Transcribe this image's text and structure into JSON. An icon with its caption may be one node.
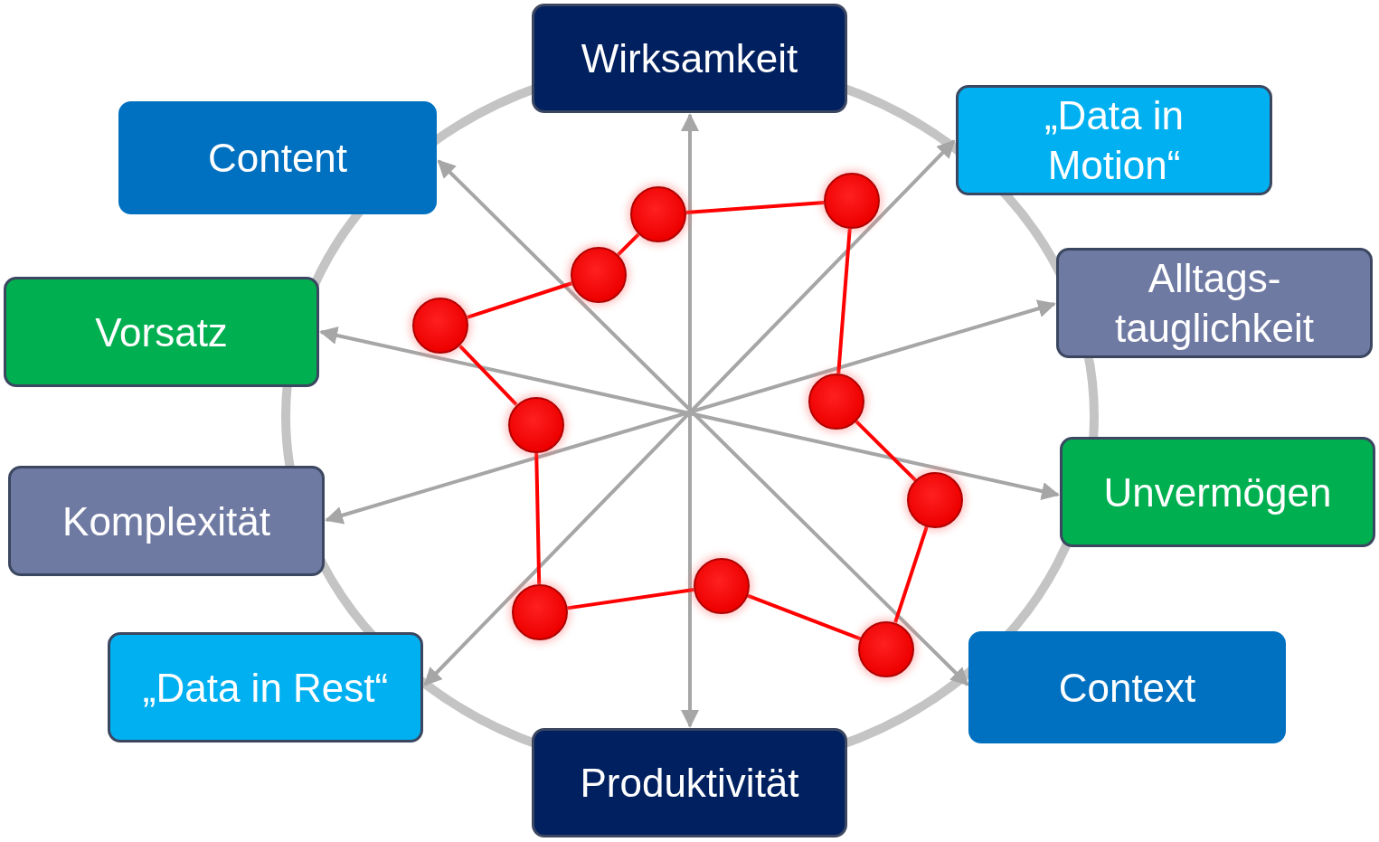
{
  "diagram": {
    "nodes": [
      {
        "text": [
          "Wirksamkeit"
        ]
      },
      {
        "text": [
          "Content"
        ]
      },
      {
        "text": [
          "„Data in Motion“"
        ]
      },
      {
        "text": [
          "Alltags- tauglichkeit"
        ]
      },
      {
        "text": [
          "Vorsatz"
        ]
      },
      {
        "text": [
          "Unvermögen"
        ]
      },
      {
        "text": [
          "Komplexität"
        ]
      },
      {
        "text": [
          "Context"
        ]
      },
      {
        "text": [
          "„Data in Rest“"
        ]
      },
      {
        "text": [
          "Produktivität"
        ]
      },
      {
        "text": [],
        "shape": "circle"
      },
      {
        "text": [],
        "shape": "circle"
      },
      {
        "text": [],
        "shape": "circle"
      },
      {
        "text": [],
        "shape": "circle"
      },
      {
        "text": [],
        "shape": "circle"
      },
      {
        "text": [],
        "shape": "circle"
      },
      {
        "text": [],
        "shape": "circle"
      },
      {
        "text": [],
        "shape": "circle"
      },
      {
        "text": [],
        "shape": "circle"
      },
      {
        "text": [],
        "shape": "circle"
      }
    ],
    "edges": [
      {
        "from": 0,
        "to": 9,
        "arrow": "both",
        "color": "#a6a6a6"
      },
      {
        "from": 1,
        "to": 7,
        "arrow": "both",
        "color": "#a6a6a6"
      },
      {
        "from": 2,
        "to": 8,
        "arrow": "both",
        "color": "#a6a6a6"
      },
      {
        "from": 3,
        "to": 6,
        "arrow": "both",
        "color": "#a6a6a6"
      },
      {
        "from": 4,
        "to": 5,
        "arrow": "both",
        "color": "#a6a6a6"
      },
      {
        "from": 10,
        "to": 11,
        "arrow": "none"
      },
      {
        "from": 11,
        "to": 14,
        "arrow": "none"
      },
      {
        "from": 14,
        "to": 16,
        "arrow": "none"
      },
      {
        "from": 16,
        "to": 19,
        "arrow": "none"
      },
      {
        "from": 19,
        "to": 18,
        "arrow": "none"
      },
      {
        "from": 18,
        "to": 17,
        "arrow": "none"
      },
      {
        "from": 17,
        "to": 15,
        "arrow": "none"
      },
      {
        "from": 15,
        "to": 13,
        "arrow": "none"
      },
      {
        "from": 13,
        "to": 12,
        "arrow": "none"
      },
      {
        "from": 12,
        "to": 10,
        "arrow": "none"
      }
    ]
  }
}
